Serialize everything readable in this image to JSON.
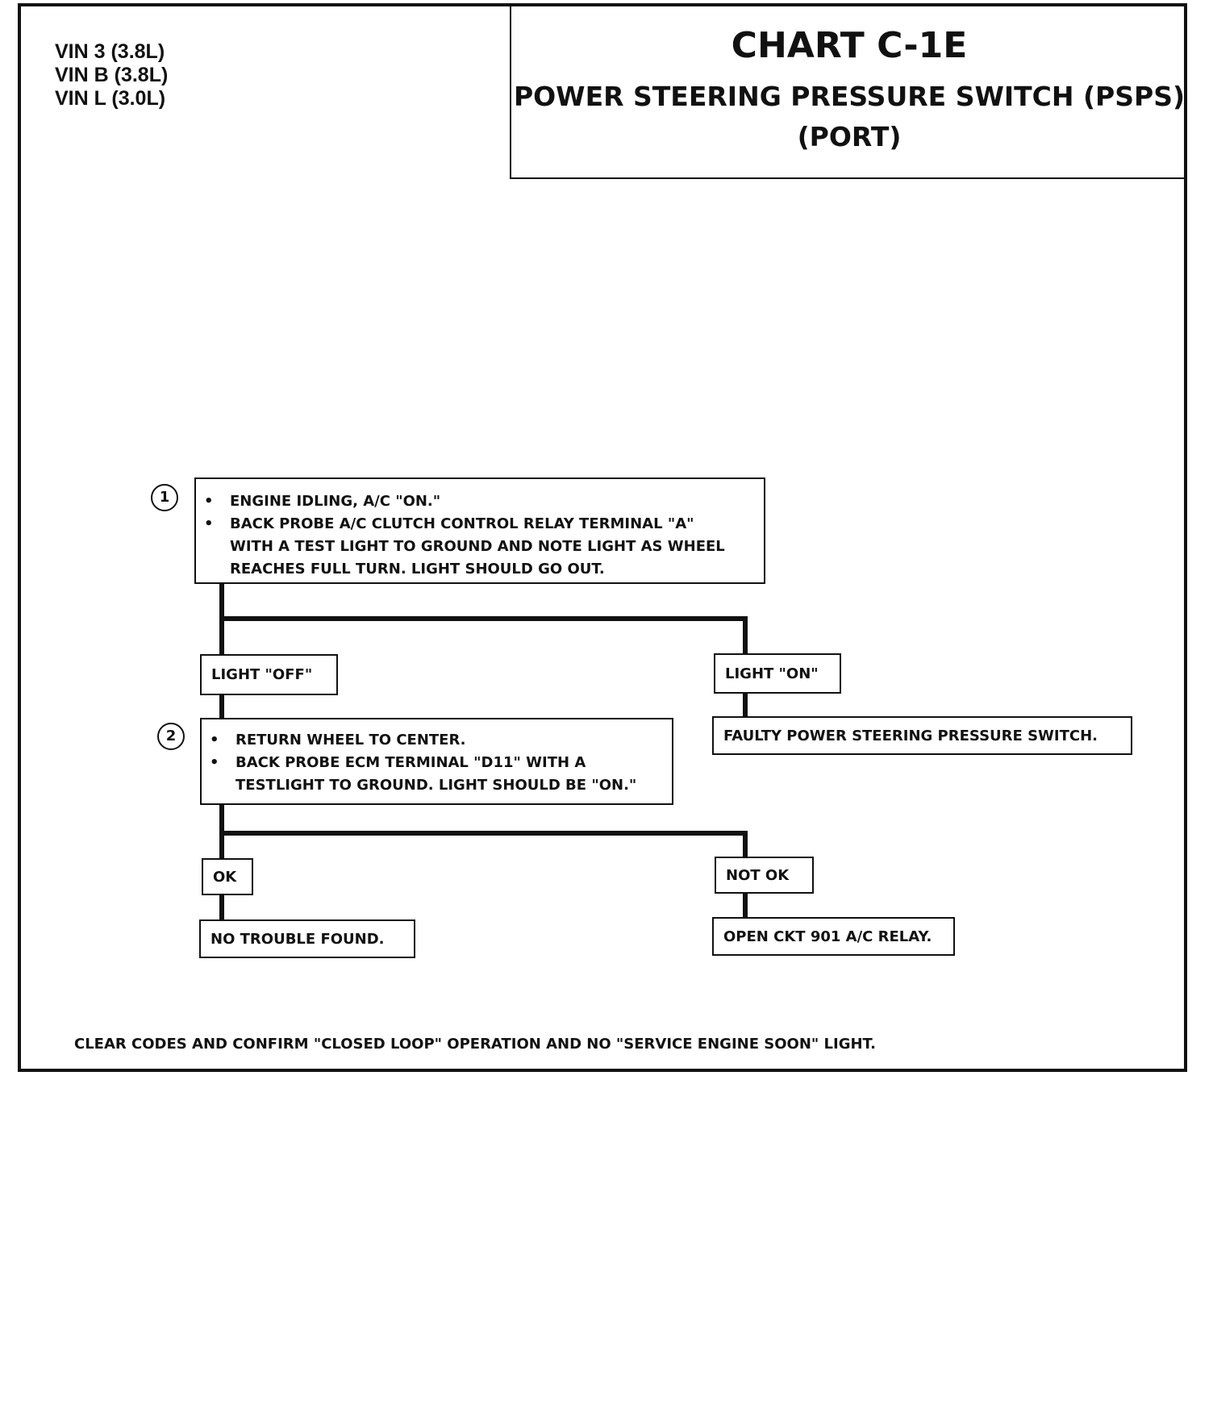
{
  "vin_lines": [
    "VIN 3 (3.8L)",
    "VIN B (3.8L)",
    "VIN L (3.0L)"
  ],
  "title": {
    "chart": "CHART C-1E",
    "line1": "POWER STEERING PRESSURE SWITCH (PSPS)",
    "line2": "(PORT)"
  },
  "step1": {
    "number": "1",
    "bullet": "•",
    "b1": "ENGINE IDLING, A/C \"ON.\"",
    "b2": "BACK PROBE A/C CLUTCH CONTROL RELAY TERMINAL \"A\"",
    "b2c1": "WITH A TEST LIGHT TO GROUND AND NOTE LIGHT AS WHEEL",
    "b2c2": "REACHES FULL TURN.  LIGHT SHOULD GO OUT."
  },
  "light_off": "LIGHT \"OFF\"",
  "light_on": "LIGHT \"ON\"",
  "faulty": "FAULTY POWER STEERING PRESSURE SWITCH.",
  "step2": {
    "number": "2",
    "bullet": "•",
    "b1": "RETURN WHEEL  TO CENTER.",
    "b2": "BACK PROBE ECM TERMINAL \"D11\" WITH A",
    "b2c1": "TESTLIGHT TO GROUND.  LIGHT SHOULD BE \"ON.\""
  },
  "ok": "OK",
  "not_ok": "NOT OK",
  "no_trouble": "NO TROUBLE FOUND.",
  "open_ckt": "OPEN CKT 901 A/C RELAY.",
  "footer": "CLEAR CODES AND CONFIRM \"CLOSED LOOP\" OPERATION AND  NO \"SERVICE ENGINE SOON\" LIGHT."
}
